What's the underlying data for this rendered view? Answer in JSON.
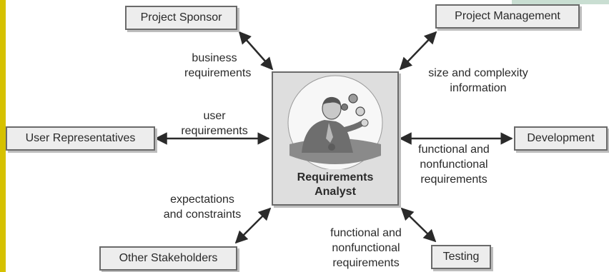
{
  "center": {
    "title_line1": "Requirements",
    "title_line2": "Analyst"
  },
  "nodes": {
    "project_sponsor": "Project Sponsor",
    "project_management": "Project Management",
    "user_representatives": "User Representatives",
    "development": "Development",
    "other_stakeholders": "Other Stakeholders",
    "testing": "Testing"
  },
  "flows": {
    "business": [
      "business",
      "requirements"
    ],
    "size": [
      "size and complexity",
      "information"
    ],
    "user": [
      "user",
      "requirements"
    ],
    "dev": [
      "functional and",
      "nonfunctional",
      "requirements"
    ],
    "expectations": [
      "expectations",
      "and constraints"
    ],
    "testing": [
      "functional and",
      "nonfunctional",
      "requirements"
    ]
  },
  "colors": {
    "accent_bar": "#d6c100",
    "box_fill": "#ededed",
    "center_fill": "#dedede",
    "border": "#6a6a6a",
    "arrow": "#2a2a2a"
  },
  "icons": {
    "center_illustration": "person-juggling-icon"
  }
}
